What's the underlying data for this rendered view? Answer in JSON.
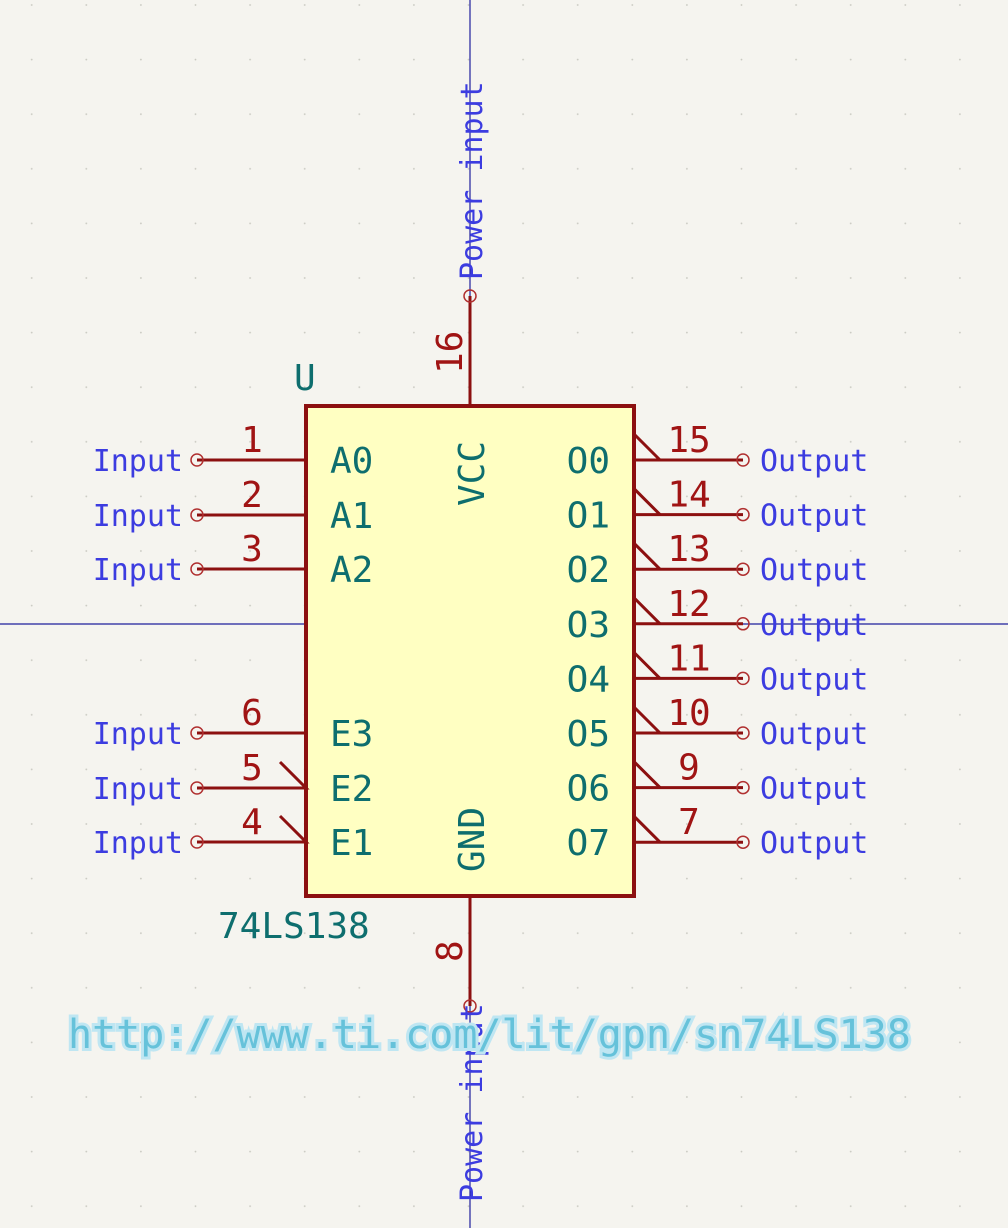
{
  "component": {
    "reference": "U",
    "value": "74LS138",
    "datasheet": "http://www.ti.com/lit/gpn/sn74LS138"
  },
  "power_pins": [
    {
      "number": "16",
      "name": "VCC",
      "type": "Power input",
      "side": "top"
    },
    {
      "number": "8",
      "name": "GND",
      "type": "Power input",
      "side": "bottom"
    }
  ],
  "left_pins": [
    {
      "number": "1",
      "name": "A0",
      "type": "Input",
      "inverted": false
    },
    {
      "number": "2",
      "name": "A1",
      "type": "Input",
      "inverted": false
    },
    {
      "number": "3",
      "name": "A2",
      "type": "Input",
      "inverted": false
    },
    {
      "number": "6",
      "name": "E3",
      "type": "Input",
      "inverted": false
    },
    {
      "number": "5",
      "name": "E2",
      "type": "Input",
      "inverted": true
    },
    {
      "number": "4",
      "name": "E1",
      "type": "Input",
      "inverted": true
    }
  ],
  "right_pins": [
    {
      "number": "15",
      "name": "O0",
      "type": "Output",
      "inverted": true
    },
    {
      "number": "14",
      "name": "O1",
      "type": "Output",
      "inverted": true
    },
    {
      "number": "13",
      "name": "O2",
      "type": "Output",
      "inverted": true
    },
    {
      "number": "12",
      "name": "O3",
      "type": "Output",
      "inverted": true
    },
    {
      "number": "11",
      "name": "O4",
      "type": "Output",
      "inverted": true
    },
    {
      "number": "10",
      "name": "O5",
      "type": "Output",
      "inverted": true
    },
    {
      "number": "9",
      "name": "O6",
      "type": "Output",
      "inverted": true
    },
    {
      "number": "7",
      "name": "O7",
      "type": "Output",
      "inverted": true
    }
  ],
  "colors": {
    "background": "#f5f4ef",
    "body_fill": "#ffffc2",
    "body_outline": "#8c1010",
    "pin_number": "#a01414",
    "pin_name": "#0e6e6e",
    "electrical_type": "#3c3ce0",
    "axis": "#1e1e9c"
  }
}
